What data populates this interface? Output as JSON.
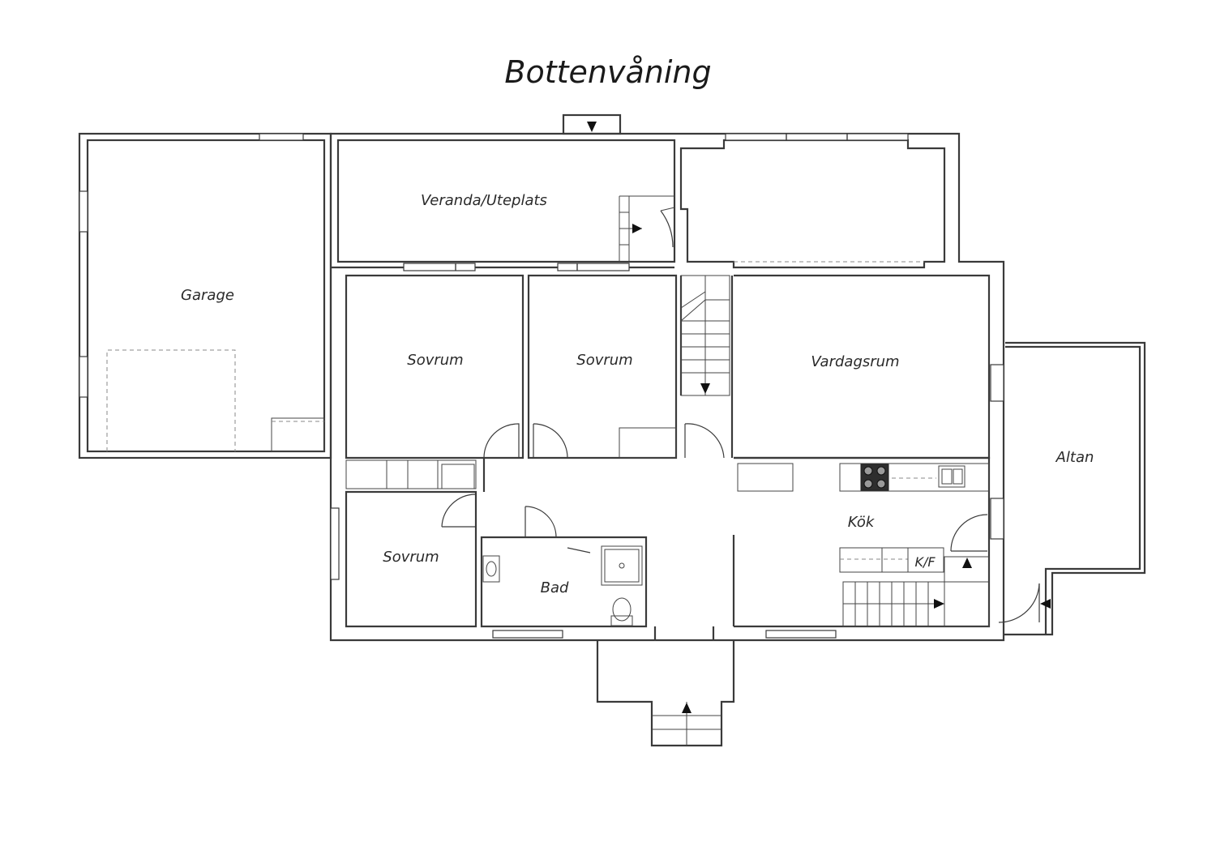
{
  "title": "Bottenvåning",
  "rooms": {
    "garage": "Garage",
    "veranda": "Veranda/Uteplats",
    "sovrum_1": "Sovrum",
    "sovrum_2": "Sovrum",
    "sovrum_3": "Sovrum",
    "vardagsrum": "Vardagsrum",
    "altan": "Altan",
    "kok": "Kök",
    "kf": "K/F",
    "bad": "Bad"
  }
}
